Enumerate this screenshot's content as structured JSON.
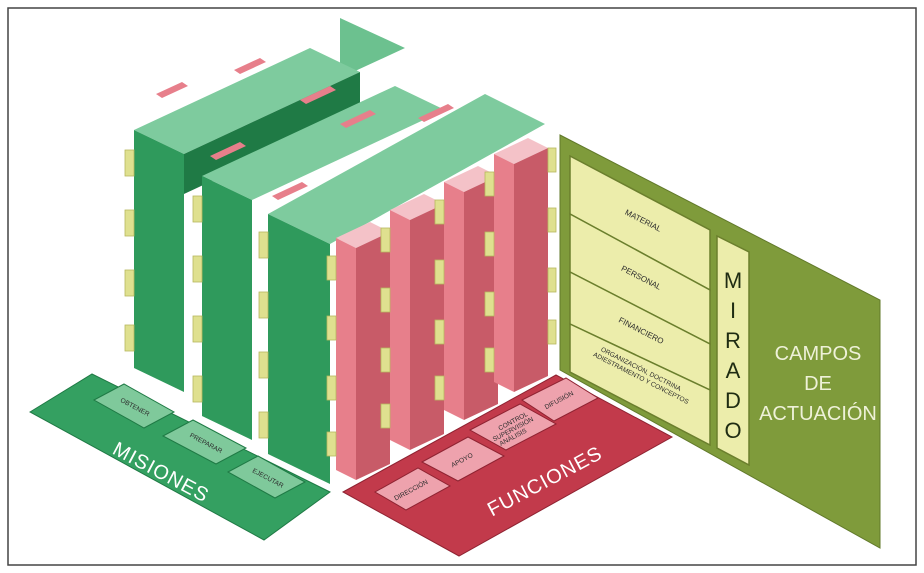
{
  "campos": {
    "items": [
      "MATERIAL",
      "PERSONAL",
      "FINANCIERO"
    ],
    "org_line1": "ORGANIZACIÓN, DOCTRINA",
    "org_line2": "ADIESTRAMENTO Y CONCEPTOS",
    "mirado": [
      "M",
      "I",
      "R",
      "A",
      "D",
      "O"
    ],
    "title": [
      "CAMPOS",
      "DE",
      "ACTUACIÓN"
    ]
  },
  "misiones": {
    "title": "MISIONES",
    "items": [
      "OBTENER",
      "PREPARAR",
      "EJECUTAR"
    ]
  },
  "funciones": {
    "title": "FUNCIONES",
    "items": [
      "DIRECCIÓN",
      "APOYO",
      "DIFUSIÓN"
    ],
    "control_lines": [
      "CONTROL",
      "SUPERVISIÓN",
      "ANÁLISIS"
    ]
  },
  "colors": {
    "green": "#2f9a5c",
    "pink": "#e77f8b",
    "olive": "#7f9b3b",
    "yellow": "#ecedab",
    "red": "#c23a4b"
  }
}
